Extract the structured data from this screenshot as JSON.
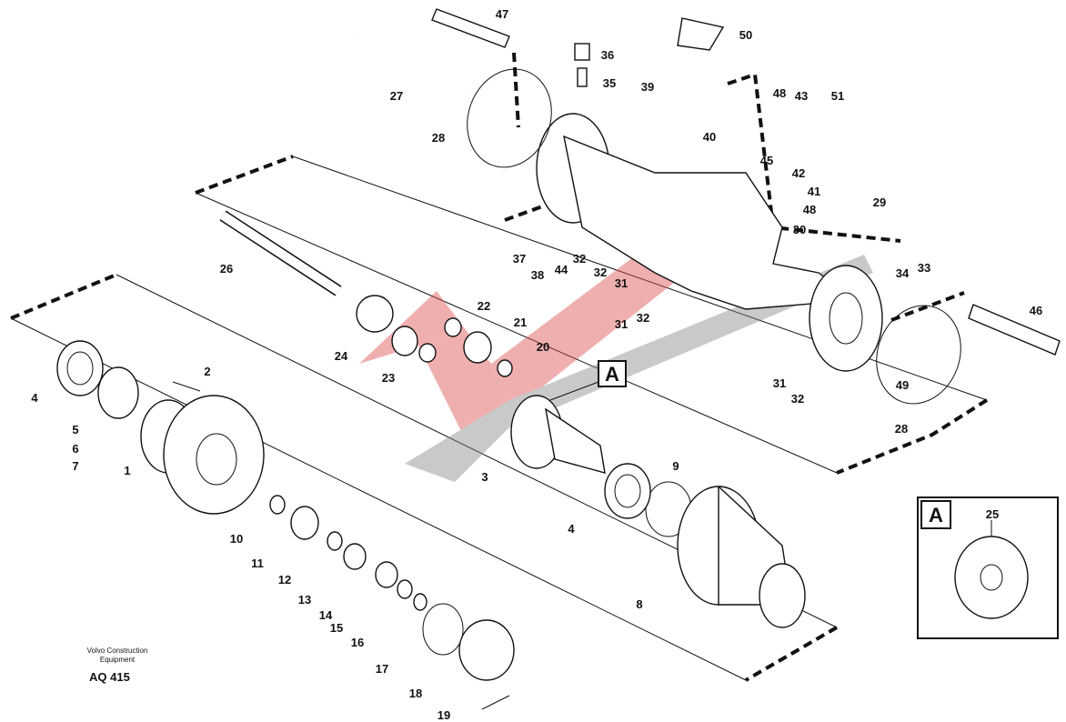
{
  "diagram": {
    "credit_line1": "Volvo Construction",
    "credit_line2": "Equipment",
    "code": "AQ 415",
    "detail_marker": "A",
    "inset_marker": "A",
    "labels": [
      "47",
      "36",
      "35",
      "50",
      "27",
      "39",
      "48",
      "43",
      "51",
      "28",
      "40",
      "45",
      "42",
      "41",
      "48",
      "30",
      "29",
      "26",
      "37",
      "38",
      "44",
      "32",
      "32",
      "31",
      "31",
      "32",
      "34",
      "33",
      "46",
      "22",
      "21",
      "20",
      "24",
      "23",
      "31",
      "32",
      "49",
      "28",
      "2",
      "4",
      "5",
      "6",
      "7",
      "1",
      "3",
      "9",
      "4",
      "10",
      "11",
      "12",
      "13",
      "14",
      "15",
      "16",
      "17",
      "18",
      "19",
      "8",
      "25"
    ]
  }
}
